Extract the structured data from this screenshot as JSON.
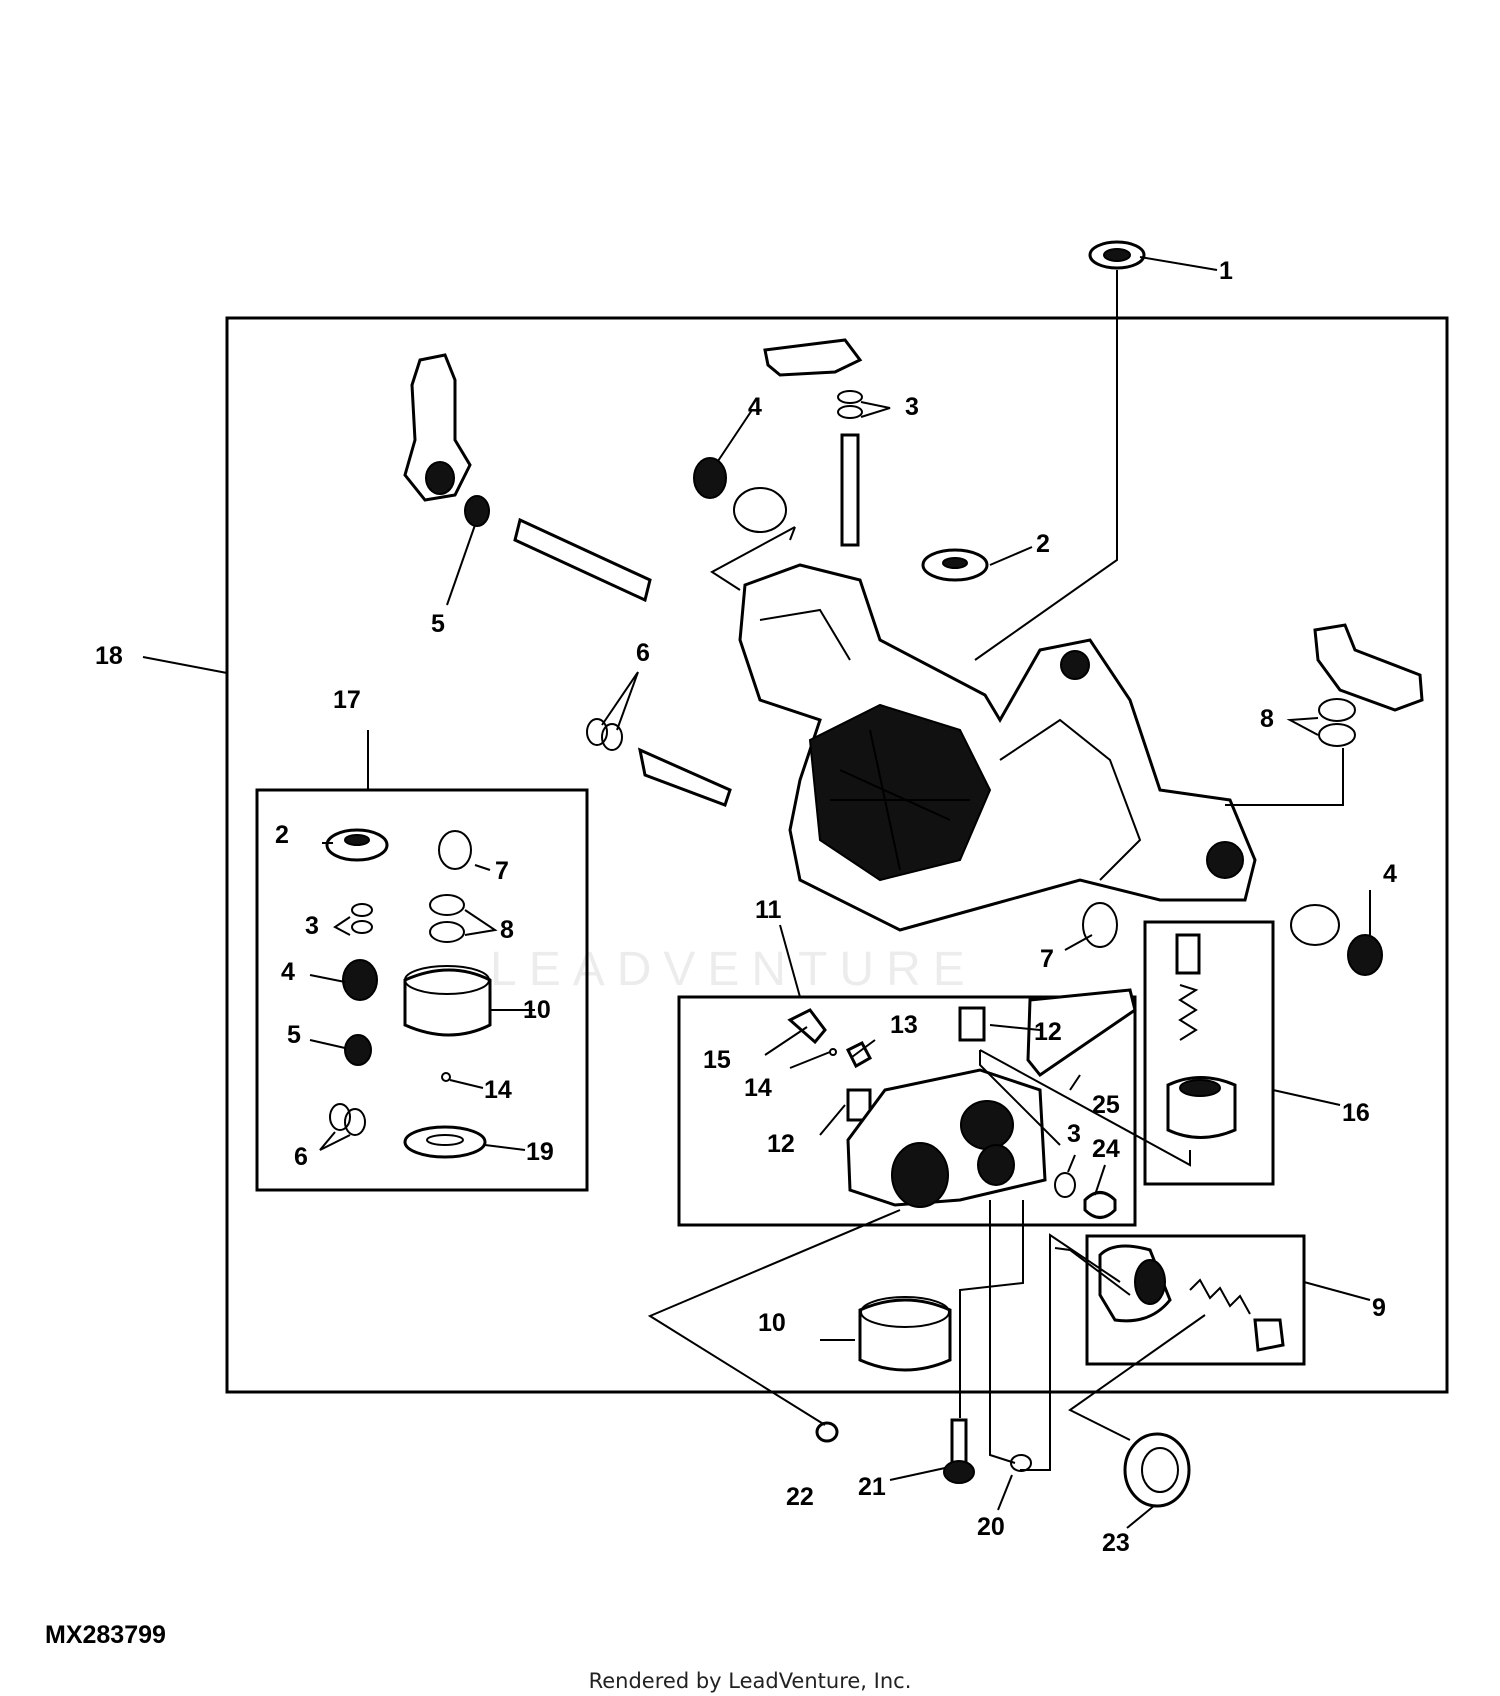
{
  "diagram_code": "MX283799",
  "footer_text": "Rendered by LeadVenture, Inc.",
  "watermark_text": "LEADVENTURE",
  "callouts": {
    "c1": "1",
    "c2a": "2",
    "c3a": "3",
    "c4a": "4",
    "c5a": "5",
    "c6a": "6",
    "c8a": "8",
    "c18": "18",
    "c17": "17",
    "c4b": "4",
    "c7a": "7",
    "c11": "11",
    "k2": "2",
    "k7": "7",
    "k3": "3",
    "k8": "8",
    "k4": "4",
    "k10": "10",
    "k5": "5",
    "k14": "14",
    "k6": "6",
    "k19": "19",
    "m13": "13",
    "m15": "15",
    "m12a": "12",
    "m14": "14",
    "m25": "25",
    "m12b": "12",
    "m3": "3",
    "m24": "24",
    "c16": "16",
    "c9": "9",
    "c10": "10",
    "c22": "22",
    "c21": "21",
    "c20": "20",
    "c23": "23"
  }
}
